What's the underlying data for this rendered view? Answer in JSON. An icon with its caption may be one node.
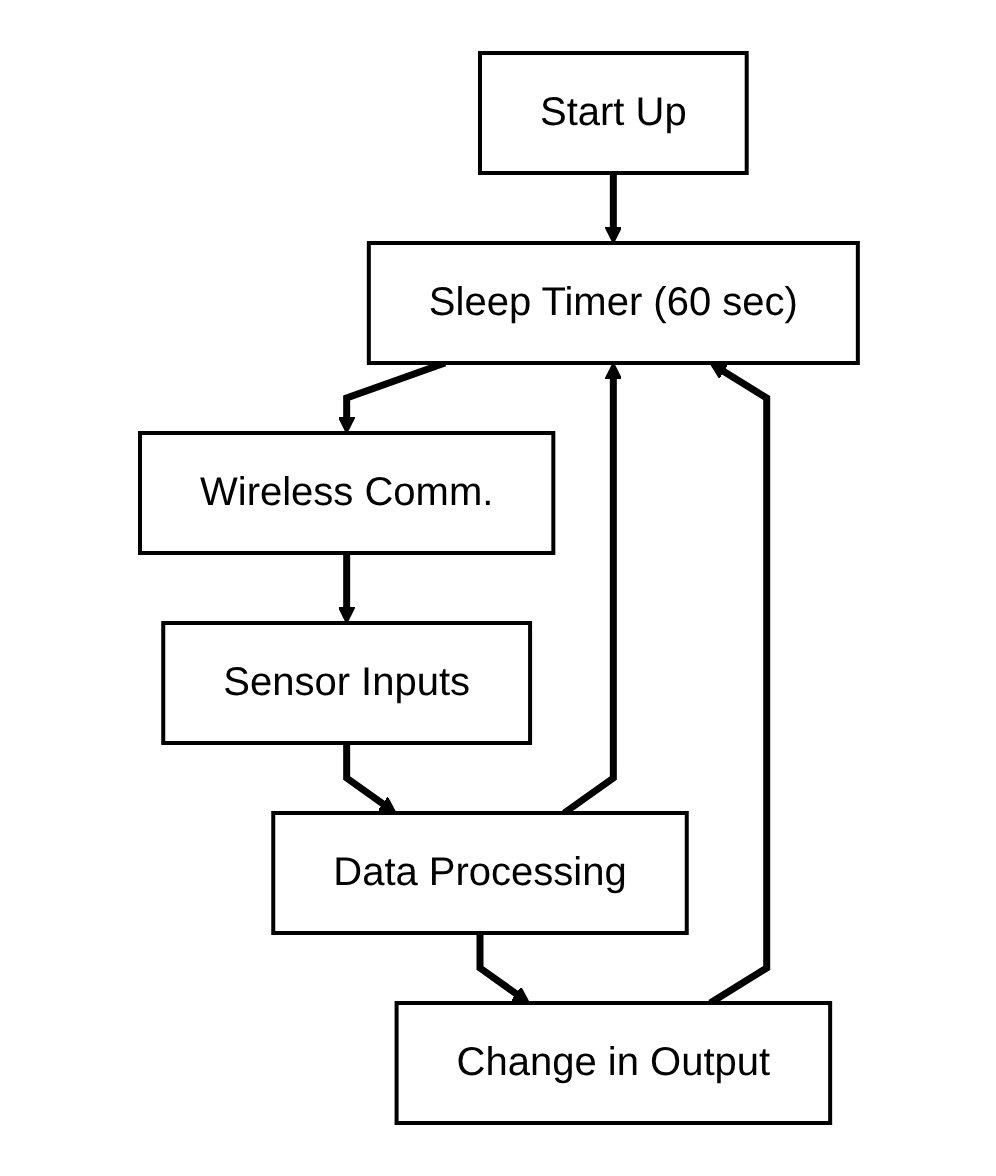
{
  "diagram": {
    "nodes": [
      {
        "text": [
          "Start Up"
        ]
      },
      {
        "text": [
          "Sleep Timer (60 sec)"
        ]
      },
      {
        "text": [
          "Wireless Comm."
        ]
      },
      {
        "text": [
          "Sensor Inputs"
        ]
      },
      {
        "text": [
          "Data Processing"
        ]
      },
      {
        "text": [
          "Change in Output"
        ]
      }
    ],
    "edges": [
      {
        "from": 0,
        "to": 1,
        "arrow": "to"
      },
      {
        "from": 1,
        "to": 2,
        "arrow": "to"
      },
      {
        "from": 2,
        "to": 3,
        "arrow": "to"
      },
      {
        "from": 3,
        "to": 4,
        "arrow": "to"
      },
      {
        "from": 4,
        "to": 5,
        "arrow": "to"
      },
      {
        "from": 4,
        "to": 1,
        "arrow": "to"
      },
      {
        "from": 5,
        "to": 1,
        "arrow": "to"
      }
    ]
  }
}
